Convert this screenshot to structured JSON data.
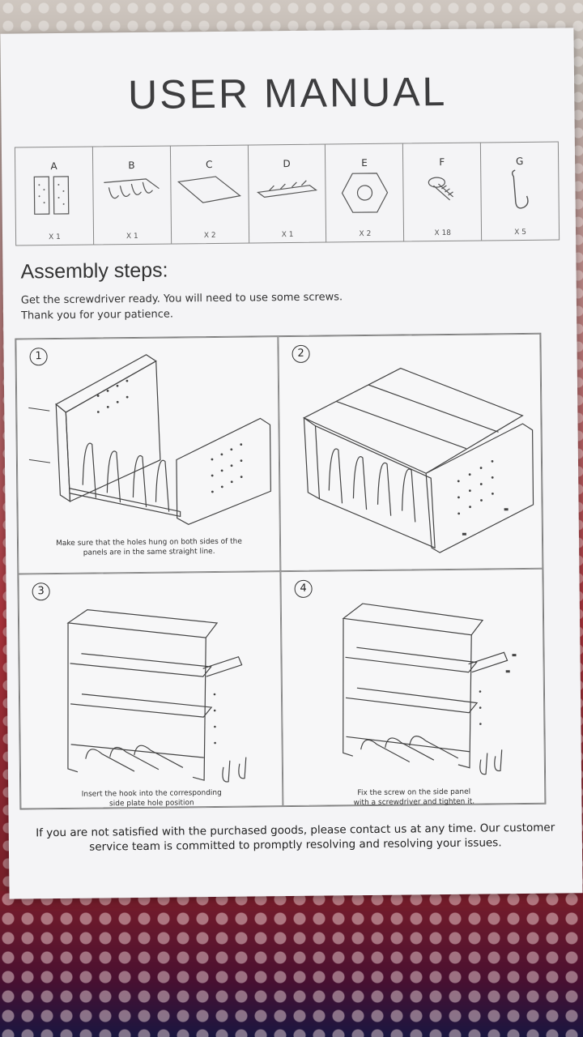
{
  "title": "USER MANUAL",
  "parts": [
    {
      "letter": "A",
      "qty": "X 1"
    },
    {
      "letter": "B",
      "qty": "X 1"
    },
    {
      "letter": "C",
      "qty": "X 2"
    },
    {
      "letter": "D",
      "qty": "X 1"
    },
    {
      "letter": "E",
      "qty": "X 2"
    },
    {
      "letter": "F",
      "qty": "X 18"
    },
    {
      "letter": "G",
      "qty": "X 5"
    }
  ],
  "assembly_heading": "Assembly steps:",
  "intro_line1": "Get the screwdriver ready. You will need to use some screws.",
  "intro_line2": "Thank you for your patience.",
  "steps": [
    {
      "number": "1",
      "caption_line1": "Make sure that the holes hung on both sides of the",
      "caption_line2": "panels are in the same straight line."
    },
    {
      "number": "2",
      "caption_line1": "",
      "caption_line2": ""
    },
    {
      "number": "3",
      "caption_line1": "Insert the hook into the corresponding",
      "caption_line2": "side plate hole position"
    },
    {
      "number": "4",
      "caption_line1": "Fix the screw on the side panel",
      "caption_line2": "with a screwdriver and tighten it."
    }
  ],
  "footer_line1": "If you are not satisfied with the purchased goods, please contact us at any time. Our customer",
  "footer_line2": "service team is committed to promptly resolving and resolving your issues."
}
